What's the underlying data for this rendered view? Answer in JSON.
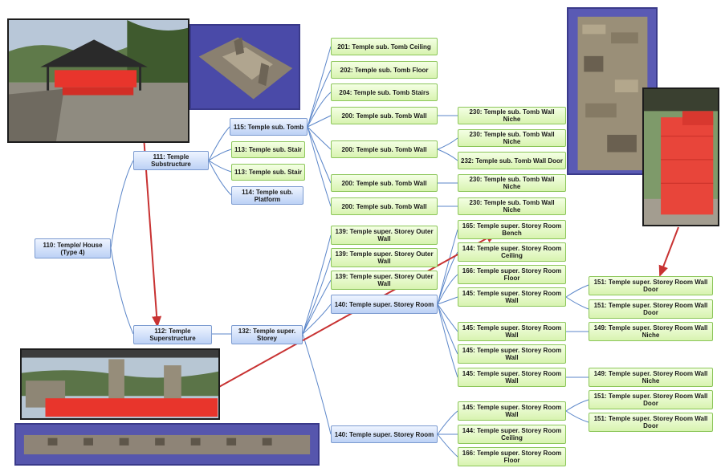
{
  "colors": {
    "green_fill": "#e4f7c8",
    "blue_fill": "#d0dff7",
    "connector": "#5b86c9",
    "arrow": "#c83232",
    "reconstruction": "#e8352c"
  },
  "nodes": {
    "n110": "110: Temple/ House (Type 4)",
    "n111": "111: Temple Substructure",
    "n112": "112: Temple Superstructure",
    "n115": "115: Temple sub. Tomb",
    "n113a": "113: Temple sub. Stair",
    "n113b": "113: Temple sub. Stair",
    "n114": "114: Temple sub. Platform",
    "n201": "201: Temple sub. Tomb Ceiling",
    "n202": "202: Temple sub. Tomb Floor",
    "n204": "204: Temple sub. Tomb Stairs",
    "n200a": "200: Temple sub. Tomb Wall",
    "n200b": "200: Temple sub. Tomb Wall",
    "n200c": "200: Temple sub. Tomb Wall",
    "n200d": "200: Temple sub. Tomb Wall",
    "n230a": "230: Temple sub. Tomb Wall Niche",
    "n230b": "230: Temple sub. Tomb Wall Niche",
    "n232": "232: Temple sub. Tomb Wall Door",
    "n230c": "230: Temple sub. Tomb Wall Niche",
    "n230d": "230: Temple sub. Tomb Wall Niche",
    "n132": "132: Temple super. Storey",
    "n139a": "139: Temple super. Storey Outer Wall",
    "n139b": "139: Temple super. Storey Outer Wall",
    "n139c": "139: Temple super. Storey Outer Wall",
    "n140a": "140: Temple super. Storey Room",
    "n140b": "140: Temple super. Storey Room",
    "n165": "165: Temple super. Storey Room Bench",
    "n144a": "144: Temple super. Storey Room Ceiling",
    "n166a": "166: Temple super. Storey Room Floor",
    "n145a": "145: Temple super. Storey Room Wall",
    "n145b": "145: Temple super. Storey Room Wall",
    "n145c": "145: Temple super. Storey Room Wall",
    "n145d": "145: Temple super. Storey Room Wall",
    "n145e": "145: Temple super. Storey Room Wall",
    "n144b": "144: Temple super. Storey Room Ceiling",
    "n166b": "166: Temple super. Storey Room Floor",
    "n151a": "151: Temple super. Storey Room Wall Door",
    "n151b": "151: Temple super. Storey Room Wall Door",
    "n149a": "149: Temple super. Storey Room Wall Niche",
    "n149b": "149: Temple super. Storey Room Wall Niche",
    "n151c": "151: Temple super. Storey Room Wall Door",
    "n151d": "151: Temple super. Storey Room Wall Door"
  },
  "photos": [
    {
      "name": "temple-substructure-photo",
      "subject": "temple platform with red reconstructed walls under roof"
    },
    {
      "name": "tomb-3d-model-photo",
      "subject": "3D model of tomb"
    },
    {
      "name": "tomb-wall-niche-photo",
      "subject": "stone wall with niches"
    },
    {
      "name": "wall-door-reconstruction-photo",
      "subject": "red reconstructed wall door"
    },
    {
      "name": "superstructure-bench-photo",
      "subject": "red reconstructed bench inside sheltered ruin"
    },
    {
      "name": "bench-frieze-photo",
      "subject": "carved stone bench frieze"
    }
  ]
}
